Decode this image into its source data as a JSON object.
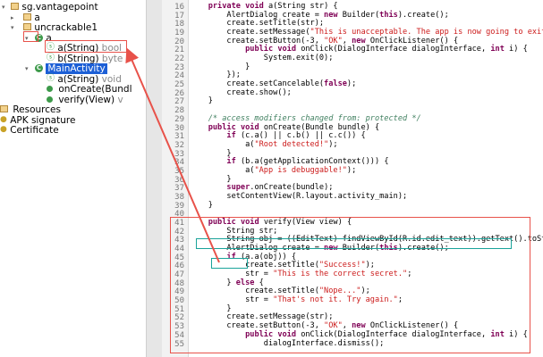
{
  "tree": {
    "root": "sg.vantagepoint",
    "pkg_a": "a",
    "pkg_uncrackable": "uncrackable1",
    "class_a": "a",
    "class_a_m1_name": "a(String)",
    "class_a_m1_type": "bool",
    "class_a_m2_name": "b(String)",
    "class_a_m2_type": "byte",
    "main_activity": "MainActivity",
    "ma_m1_name": "a(String)",
    "ma_m1_type": "void",
    "ma_m2_name": "onCreate(Bundl",
    "ma_m3_name": "verify(View)",
    "ma_m3_type": "v",
    "resources": "Resources",
    "apk_signature": "APK signature",
    "certificate": "Certificate"
  },
  "line_numbers": [
    "16",
    "17",
    "18",
    "19",
    "20",
    "21",
    "22",
    "23",
    "24",
    "25",
    "26",
    "27",
    "28",
    "29",
    "30",
    "31",
    "32",
    "33",
    "34",
    "35",
    "36",
    "37",
    "38",
    "39",
    "40",
    "41",
    "42",
    "43",
    "44",
    "45",
    "46",
    "47",
    "48",
    "49",
    "50",
    "51",
    "52",
    "53",
    "54",
    "55"
  ],
  "code": [
    "    private void a(String str) {",
    "        AlertDialog create = new Builder(this).create();",
    "        create.setTitle(str);",
    "        create.setMessage(\"This is unacceptable. The app is now going to exit.\");",
    "        create.setButton(-3, \"OK\", new OnClickListener() {",
    "            public void onClick(DialogInterface dialogInterface, int i) {",
    "                System.exit(0);",
    "            }",
    "        });",
    "        create.setCancelable(false);",
    "        create.show();",
    "    }",
    "",
    "    /* access modifiers changed from: protected */",
    "    public void onCreate(Bundle bundle) {",
    "        if (c.a() || c.b() || c.c()) {",
    "            a(\"Root detected!\");",
    "        }",
    "        if (b.a(getApplicationContext())) {",
    "            a(\"App is debuggable!\");",
    "        }",
    "        super.onCreate(bundle);",
    "        setContentView(R.layout.activity_main);",
    "    }",
    "",
    "    public void verify(View view) {",
    "        String str;",
    "        String obj = ((EditText) findViewById(R.id.edit_text)).getText().toString();",
    "        AlertDialog create = new Builder(this).create();",
    "        if (a.a(obj)) {",
    "            create.setTitle(\"Success!\");",
    "            str = \"This is the correct secret.\";",
    "        } else {",
    "            create.setTitle(\"Nope...\");",
    "            str = \"That's not it. Try again.\";",
    "        }",
    "        create.setMessage(str);",
    "        create.setButton(-3, \"OK\", new OnClickListener() {",
    "            public void onClick(DialogInterface dialogInterface, int i) {",
    "                dialogInterface.dismiss();"
  ],
  "colors": {
    "keyword": "#7f0055",
    "string": "#cc1b1b",
    "comment": "#3f7f5f",
    "annotation_red": "#e8524a",
    "annotation_teal": "#1aa39a",
    "selection": "#1c5fd6"
  }
}
